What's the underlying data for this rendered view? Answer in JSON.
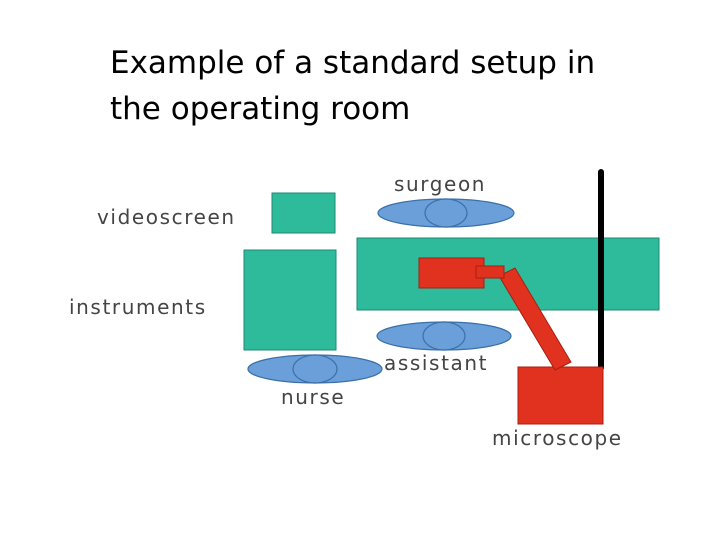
{
  "title": {
    "line1": "Example of a standard setup in",
    "line2": "the operating room"
  },
  "labels": {
    "surgeon": "surgeon",
    "videoscreen": "videoscreen",
    "instruments": "instruments",
    "assistant": "assistant",
    "nurse": "nurse",
    "microscope": "microscope"
  },
  "colors": {
    "table": "#2dbb9b",
    "person": "#6b9fd9",
    "person_stroke": "#3a6fa8",
    "microscope": "#e0321e",
    "pole": "#000000",
    "label": "#444444"
  }
}
